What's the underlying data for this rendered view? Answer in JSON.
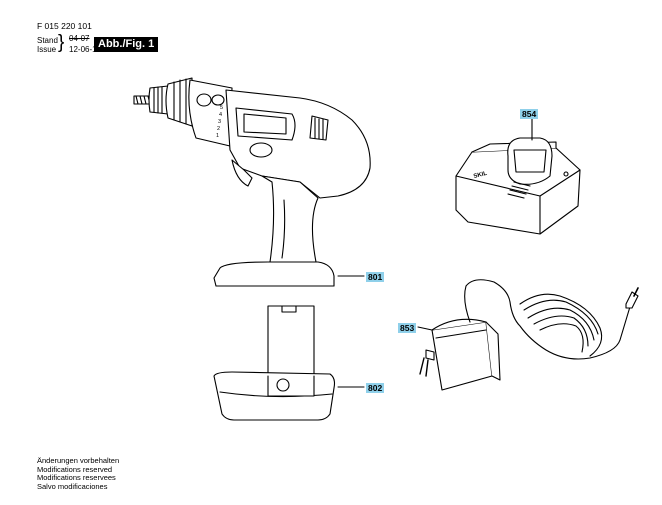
{
  "header": {
    "doc_number": "F 015 220 101",
    "stand_label": "Stand",
    "issue_label": "Issue",
    "date_old": "04-07",
    "date_new": "12-06-12",
    "figure_label": "Abb./Fig. 1"
  },
  "callouts": {
    "drill": "801",
    "battery": "802",
    "adapter": "853",
    "charger": "854"
  },
  "drill_clutch_numbers": [
    "1",
    "2",
    "3",
    "4",
    "5"
  ],
  "charger_brand": "SKIL",
  "notes": [
    "Änderungen vorbehalten",
    "Modifications reserved",
    "Modifications reservees",
    "Salvo modificaciones"
  ]
}
